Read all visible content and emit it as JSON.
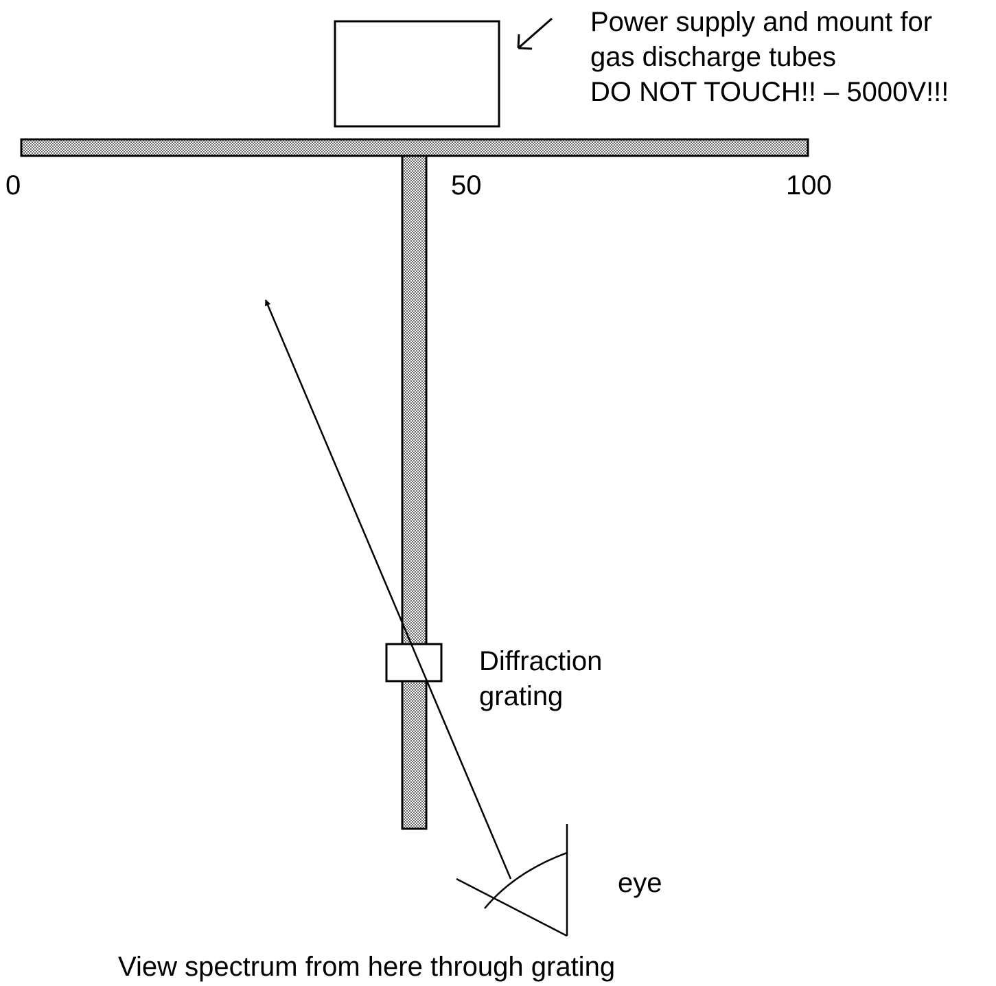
{
  "power_supply": {
    "line1": "Power supply and mount for",
    "line2": "gas discharge tubes",
    "line3": "DO NOT TOUCH!! – 5000V!!!"
  },
  "scale": {
    "tick_0": "0",
    "tick_50": "50",
    "tick_100": "100"
  },
  "grating": {
    "line1": "Diffraction",
    "line2": "grating"
  },
  "eye_label": "eye",
  "caption": "View spectrum from here through grating"
}
